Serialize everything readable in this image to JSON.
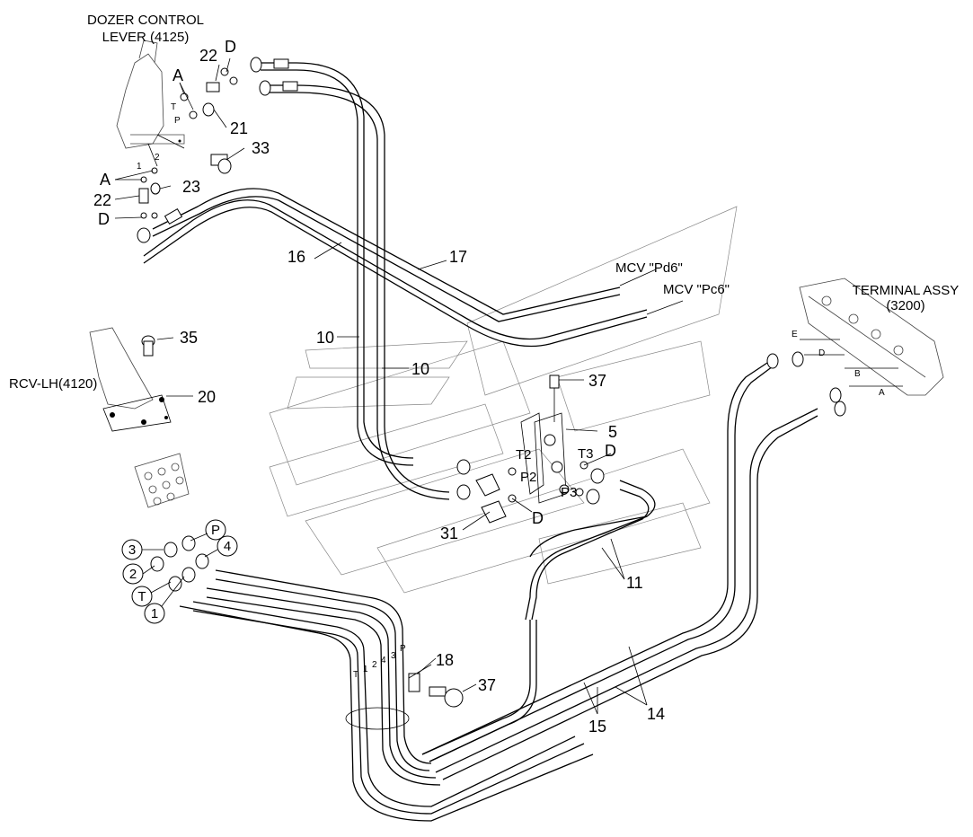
{
  "labels": {
    "dozer_control_lever_line1": "DOZER CONTROL",
    "dozer_control_lever_line2": "LEVER (4125)",
    "terminal_assy_line1": "TERMINAL ASSY",
    "terminal_assy_line2": "(3200)",
    "rcv_lh": "RCV-LH(4120)",
    "mcv_pd6": "MCV \"Pd6\"",
    "mcv_pc6": "MCV \"Pc6\""
  },
  "callouts": {
    "p22_top": "22",
    "d_top": "D",
    "a_top": "A",
    "p21": "21",
    "p33": "33",
    "a_left": "A",
    "p23": "23",
    "p22_left": "22",
    "d_left": "D",
    "p16": "16",
    "p17": "17",
    "p10_a": "10",
    "p10_b": "10",
    "p35": "35",
    "p20": "20",
    "p37_top": "37",
    "p5": "5",
    "d_right": "D",
    "p31": "31",
    "d_bottom": "D",
    "p11": "11",
    "p18": "18",
    "p37_bottom": "37",
    "p15": "15",
    "p14": "14"
  },
  "port_labels": {
    "t_top": "T",
    "p_top": "P",
    "one": "1",
    "two": "2",
    "t2": "T2",
    "t3": "T3",
    "p2": "P2",
    "p3": "P3",
    "e": "E",
    "d": "D",
    "b": "B",
    "a": "A",
    "hose_t": "T",
    "hose_1": "1",
    "hose_2": "2",
    "hose_4": "4",
    "hose_3": "3",
    "hose_p": "P"
  },
  "circle_callouts": {
    "p": "P",
    "three": "3",
    "four": "4",
    "two": "2",
    "t": "T",
    "one": "1"
  }
}
